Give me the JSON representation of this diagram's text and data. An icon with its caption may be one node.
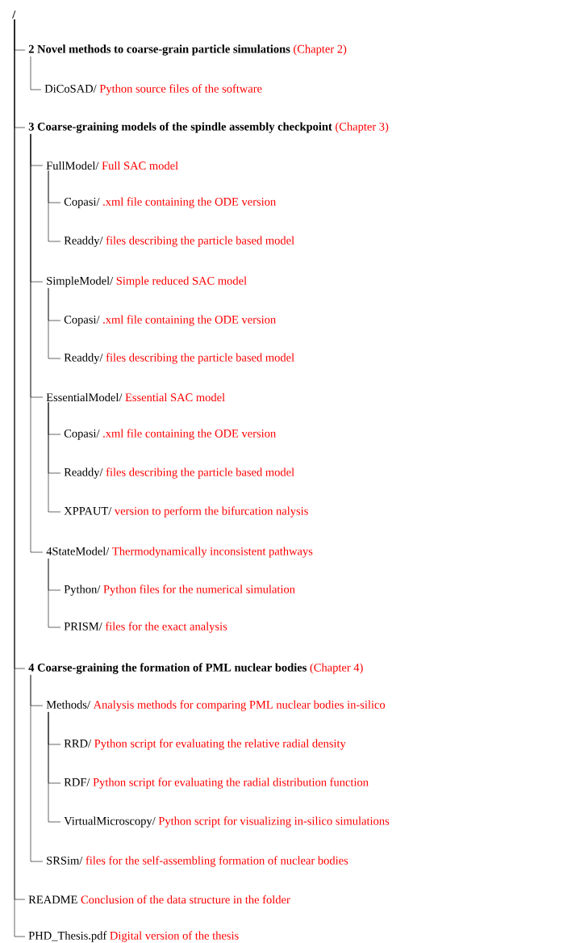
{
  "diagram": {
    "nodes": [
      {
        "text": [
          "/"
        ]
      },
      {
        "text": [
          "2 Novel methods to coarse-grain particle simulations",
          "(Chapter 2)"
        ]
      },
      {
        "text": [
          "DiCoSAD/",
          "Python source files of the software"
        ]
      },
      {
        "text": [
          "3 Coarse-graining models of the spindle assembly checkpoint",
          "(Chapter 3)"
        ]
      },
      {
        "text": [
          "FullModel/",
          "Full SAC model"
        ]
      },
      {
        "text": [
          "Copasi/",
          ".xml file containing the ODE version"
        ]
      },
      {
        "text": [
          "Readdy/",
          "files describing the particle based model"
        ]
      },
      {
        "text": [
          "SimpleModel/",
          "Simple reduced SAC model"
        ]
      },
      {
        "text": [
          "Copasi/",
          ".xml file containing the ODE version"
        ]
      },
      {
        "text": [
          "Readdy/",
          "files describing the particle based model"
        ]
      },
      {
        "text": [
          "EssentialModel/",
          "Essential SAC model"
        ]
      },
      {
        "text": [
          "Copasi/",
          ".xml file containing the ODE version"
        ]
      },
      {
        "text": [
          "Readdy/",
          "files describing the particle based model"
        ]
      },
      {
        "text": [
          "XPPAUT/",
          "version to perform the bifurcation nalysis"
        ]
      },
      {
        "text": [
          "4StateModel/",
          "Thermodynamically inconsistent pathways"
        ]
      },
      {
        "text": [
          "Python/",
          "Python files for the numerical simulation"
        ]
      },
      {
        "text": [
          "PRISM/",
          "files for the exact analysis"
        ]
      },
      {
        "text": [
          "4 Coarse-graining the formation of PML nuclear bodies",
          "(Chapter 4)"
        ]
      },
      {
        "text": [
          "Methods/",
          "Analysis methods for comparing PML nuclear bodies in-silico"
        ]
      },
      {
        "text": [
          "RRD/",
          "Python script for evaluating the relative radial density"
        ]
      },
      {
        "text": [
          "RDF/",
          "Python script for evaluating the radial distribution function"
        ]
      },
      {
        "text": [
          "VirtualMicroscopy/",
          "Python script for visualizing in-silico simulations"
        ]
      },
      {
        "text": [
          "SRSim/",
          "files for the self-assembling formation of nuclear bodies"
        ]
      },
      {
        "text": [
          "README",
          "Conclusion of the data structure in the folder"
        ]
      },
      {
        "text": [
          "PHD_Thesis.pdf",
          "Digital version of the thesis"
        ]
      }
    ],
    "edges": [
      {
        "from": 0,
        "to": 1,
        "arrow": "none"
      },
      {
        "from": 1,
        "to": 2,
        "arrow": "none"
      },
      {
        "from": 0,
        "to": 3,
        "arrow": "none"
      },
      {
        "from": 3,
        "to": 4,
        "arrow": "none"
      },
      {
        "from": 4,
        "to": 5,
        "arrow": "none"
      },
      {
        "from": 4,
        "to": 6,
        "arrow": "none"
      },
      {
        "from": 3,
        "to": 7,
        "arrow": "none"
      },
      {
        "from": 7,
        "to": 8,
        "arrow": "none"
      },
      {
        "from": 7,
        "to": 9,
        "arrow": "none"
      },
      {
        "from": 3,
        "to": 10,
        "arrow": "none"
      },
      {
        "from": 10,
        "to": 11,
        "arrow": "none"
      },
      {
        "from": 10,
        "to": 12,
        "arrow": "none"
      },
      {
        "from": 10,
        "to": 13,
        "arrow": "none"
      },
      {
        "from": 3,
        "to": 14,
        "arrow": "none"
      },
      {
        "from": 14,
        "to": 15,
        "arrow": "none"
      },
      {
        "from": 14,
        "to": 16,
        "arrow": "none"
      },
      {
        "from": 0,
        "to": 17,
        "arrow": "none"
      },
      {
        "from": 17,
        "to": 18,
        "arrow": "none"
      },
      {
        "from": 18,
        "to": 19,
        "arrow": "none"
      },
      {
        "from": 18,
        "to": 20,
        "arrow": "none"
      },
      {
        "from": 18,
        "to": 21,
        "arrow": "none"
      },
      {
        "from": 17,
        "to": 22,
        "arrow": "none"
      },
      {
        "from": 0,
        "to": 23,
        "arrow": "none"
      },
      {
        "from": 0,
        "to": 24,
        "arrow": "none"
      }
    ]
  }
}
